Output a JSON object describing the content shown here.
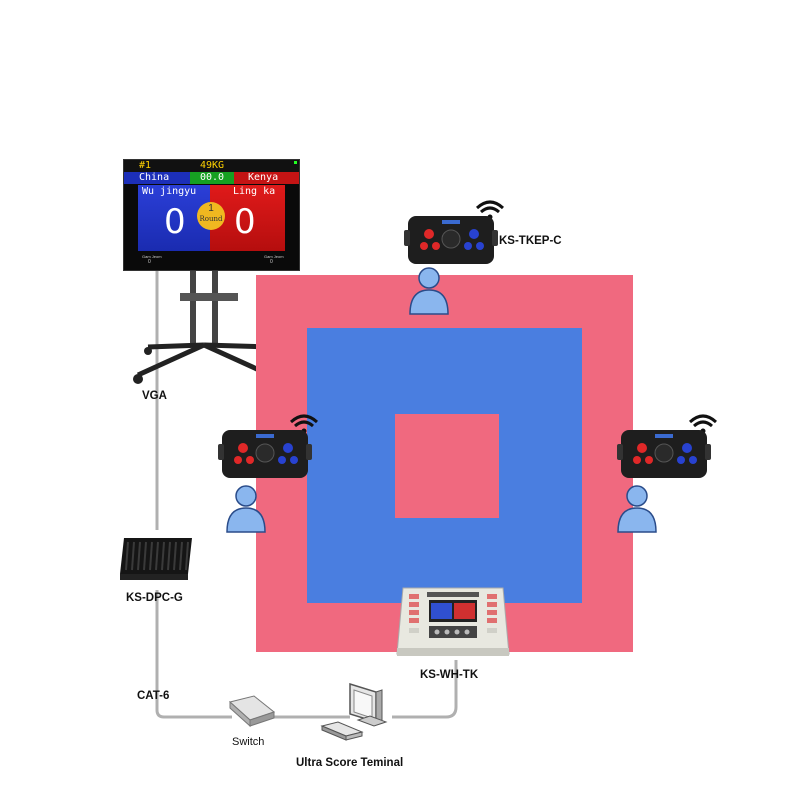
{
  "scoreboard": {
    "match": "#1",
    "weight": "49KG",
    "left_country": "China",
    "timer": "00.0",
    "right_country": "Kenya",
    "left_player": "Wu jingyu",
    "right_player": "Ling ka",
    "left_score": "0",
    "right_score": "0",
    "round_number": "1",
    "round_label": "Round",
    "left_foot_label": "Gam Jeom",
    "left_foot_value": "0",
    "right_foot_label": "Gam Jeom",
    "right_foot_value": "0"
  },
  "labels": {
    "vga": "VGA",
    "pc": "KS-DPC-G",
    "cat6": "CAT-6",
    "switch": "Switch",
    "terminal": "Ultra Score Teminal",
    "controller": "KS-WH-TK",
    "handset": "KS-TKEP-C"
  },
  "colors": {
    "mat_outer": "#f0697f",
    "mat_inner": "#4a7ee0",
    "cable": "#aaaaaa",
    "blue_corner": "#2b3fd8",
    "red_corner": "#d41717"
  }
}
